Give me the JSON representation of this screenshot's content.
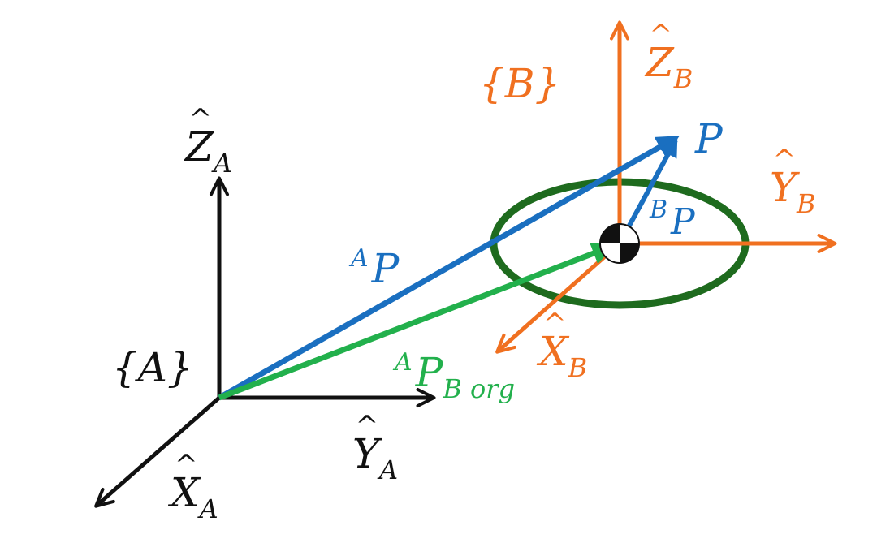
{
  "colors": {
    "frame_a": "#111111",
    "frame_b": "#f07020",
    "vec_p": "#1a6fc0",
    "vec_org": "#22b04c",
    "ellipse": "#1e6b1e"
  },
  "frame_a": {
    "name": "{A}",
    "x_axis": {
      "sym": "X",
      "sub": "A"
    },
    "y_axis": {
      "sym": "Y",
      "sub": "A"
    },
    "z_axis": {
      "sym": "Z",
      "sub": "A"
    }
  },
  "frame_b": {
    "name": "{B}",
    "x_axis": {
      "sym": "X",
      "sub": "B"
    },
    "y_axis": {
      "sym": "Y",
      "sub": "B"
    },
    "z_axis": {
      "sym": "Z",
      "sub": "B"
    }
  },
  "point": {
    "label": "P"
  },
  "vec_ap": {
    "sup": "A",
    "sym": "P"
  },
  "vec_bp": {
    "sup": "B",
    "sym": "P"
  },
  "vec_org": {
    "sup": "A",
    "sym": "P",
    "sub": "B org"
  }
}
